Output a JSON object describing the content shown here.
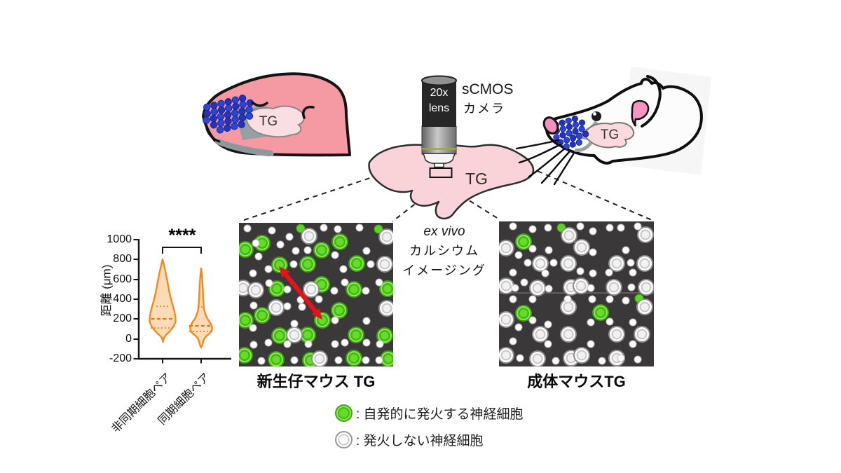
{
  "microscope": {
    "lens_line1": "20x",
    "lens_line2": "lens",
    "camera_line1": "sCMOS",
    "camera_line2": "カメラ"
  },
  "tissue": {
    "label": "TG"
  },
  "mice": {
    "newborn_tg_label": "TG",
    "adult_tg_label": "TG"
  },
  "center_caption": {
    "line1": "ex vivo",
    "line2": "カルシウム",
    "line3": "イメージング"
  },
  "panels": {
    "newborn": {
      "caption": "新生仔マウス TG",
      "cells": [
        [
          15.2,
          14.1,
          "g"
        ],
        [
          3.9,
          18.6,
          "g"
        ],
        [
          53.5,
          18.8,
          "g"
        ],
        [
          65.3,
          13.3,
          "g"
        ],
        [
          26.2,
          29.5,
          "g"
        ],
        [
          44.5,
          28.9,
          "g"
        ],
        [
          76.2,
          28.5,
          "g"
        ],
        [
          24.5,
          45.7,
          "g"
        ],
        [
          53.6,
          42.8,
          "g"
        ],
        [
          74.4,
          46.5,
          "g"
        ],
        [
          96.4,
          45.7,
          "g"
        ],
        [
          15.2,
          64.2,
          "g"
        ],
        [
          3.9,
          67.6,
          "g"
        ],
        [
          65.2,
          61.1,
          "g"
        ],
        [
          53.9,
          67.6,
          "g"
        ],
        [
          26.4,
          78.4,
          "g"
        ],
        [
          44.5,
          78.0,
          "g"
        ],
        [
          76.1,
          78.0,
          "g"
        ],
        [
          94.7,
          78.4,
          "g"
        ],
        [
          3.8,
          92.1,
          "g"
        ],
        [
          24.2,
          95.0,
          "g"
        ],
        [
          46.2,
          95.6,
          "g"
        ],
        [
          74.4,
          94.3,
          "g"
        ],
        [
          96.7,
          94.7,
          "g"
        ],
        [
          40.2,
          4.1,
          "gs"
        ],
        [
          90.3,
          4.5,
          "gs"
        ],
        [
          45.5,
          9.1,
          "w"
        ],
        [
          95.9,
          9.7,
          "w"
        ],
        [
          94.5,
          28.7,
          "w"
        ],
        [
          2.9,
          45.2,
          "w"
        ],
        [
          10.8,
          46.8,
          "w"
        ],
        [
          46.7,
          46.4,
          "w"
        ],
        [
          24.2,
          58.8,
          "w"
        ],
        [
          95.9,
          59.5,
          "w"
        ],
        [
          36.1,
          78.0,
          "w"
        ],
        [
          52.4,
          94.7,
          "w"
        ],
        [
          5.3,
          4.1,
          "d"
        ],
        [
          21.5,
          5.2,
          "d"
        ],
        [
          32.6,
          9.7,
          "d"
        ],
        [
          54.8,
          3.6,
          "d"
        ],
        [
          63.9,
          4.5,
          "d"
        ],
        [
          78.3,
          3.6,
          "d"
        ],
        [
          10.8,
          14.1,
          "d"
        ],
        [
          26.8,
          14.9,
          "d"
        ],
        [
          36.7,
          19.4,
          "d"
        ],
        [
          44.7,
          19.0,
          "d"
        ],
        [
          62.4,
          22.4,
          "d"
        ],
        [
          82.6,
          19.4,
          "d"
        ],
        [
          12.6,
          23.3,
          "d"
        ],
        [
          18.9,
          32.4,
          "d"
        ],
        [
          35.6,
          29.0,
          "d"
        ],
        [
          67.7,
          32.4,
          "d"
        ],
        [
          85.6,
          28.8,
          "d"
        ],
        [
          9.1,
          35.0,
          "d"
        ],
        [
          19.5,
          42.1,
          "d"
        ],
        [
          31.5,
          46.4,
          "d"
        ],
        [
          40.2,
          53.8,
          "d"
        ],
        [
          51.7,
          53.2,
          "d"
        ],
        [
          61.7,
          47.3,
          "d"
        ],
        [
          68.5,
          41.7,
          "d"
        ],
        [
          82.1,
          47.3,
          "d"
        ],
        [
          91.1,
          41.3,
          "d"
        ],
        [
          9.5,
          57.7,
          "d"
        ],
        [
          31.2,
          58.0,
          "d"
        ],
        [
          40.8,
          58.3,
          "d"
        ],
        [
          62.1,
          67.6,
          "d"
        ],
        [
          82.6,
          68.4,
          "d"
        ],
        [
          9.1,
          73.3,
          "d"
        ],
        [
          35.9,
          70.0,
          "d"
        ],
        [
          31.4,
          84.6,
          "d"
        ],
        [
          45.0,
          84.6,
          "d"
        ],
        [
          9.5,
          84.9,
          "d"
        ],
        [
          18.9,
          83.6,
          "d"
        ],
        [
          62.1,
          84.6,
          "d"
        ],
        [
          68.6,
          83.6,
          "d"
        ],
        [
          82.6,
          83.6,
          "d"
        ],
        [
          91.2,
          84.6,
          "d"
        ],
        [
          14.7,
          95.9,
          "d"
        ],
        [
          35.9,
          95.6,
          "d"
        ],
        [
          64.7,
          95.6,
          "d"
        ],
        [
          82.1,
          95.6,
          "d"
        ],
        [
          91.1,
          95.6,
          "d"
        ]
      ]
    },
    "adult": {
      "caption": "成体マウスTG",
      "cells": [
        [
          15.7,
          14.1,
          "g"
        ],
        [
          15.7,
          63.3,
          "g"
        ],
        [
          65.4,
          63.0,
          "g"
        ],
        [
          40.1,
          4.4,
          "gs"
        ],
        [
          90.4,
          53.0,
          "gs"
        ],
        [
          4.4,
          18.4,
          "w"
        ],
        [
          45.3,
          9.5,
          "w"
        ],
        [
          94.7,
          9.2,
          "w"
        ],
        [
          53.3,
          18.1,
          "w"
        ],
        [
          26.5,
          29.1,
          "w"
        ],
        [
          44.6,
          28.8,
          "w"
        ],
        [
          75.9,
          28.8,
          "w"
        ],
        [
          94.3,
          29.1,
          "w"
        ],
        [
          4.4,
          44.4,
          "w"
        ],
        [
          24.7,
          46.0,
          "w"
        ],
        [
          46.5,
          45.6,
          "w"
        ],
        [
          53.0,
          44.4,
          "w"
        ],
        [
          74.4,
          45.2,
          "w"
        ],
        [
          95.2,
          45.6,
          "w"
        ],
        [
          4.7,
          67.4,
          "w"
        ],
        [
          45.0,
          58.8,
          "w"
        ],
        [
          94.0,
          58.8,
          "w"
        ],
        [
          26.5,
          77.9,
          "w"
        ],
        [
          45.0,
          77.9,
          "w"
        ],
        [
          75.9,
          77.9,
          "w"
        ],
        [
          92.5,
          77.9,
          "w"
        ],
        [
          4.4,
          92.4,
          "w"
        ],
        [
          24.7,
          94.8,
          "w"
        ],
        [
          46.5,
          94.0,
          "w"
        ],
        [
          53.3,
          92.4,
          "w"
        ],
        [
          75.9,
          94.3,
          "w"
        ],
        [
          8.9,
          3.6,
          "d"
        ],
        [
          21.7,
          5.2,
          "d"
        ],
        [
          31.5,
          4.4,
          "d"
        ],
        [
          52.6,
          3.6,
          "d"
        ],
        [
          60.8,
          6.8,
          "d"
        ],
        [
          71.4,
          4.4,
          "d"
        ],
        [
          78.9,
          4.4,
          "d"
        ],
        [
          89.5,
          3.6,
          "d"
        ],
        [
          12.7,
          23.0,
          "d"
        ],
        [
          21.7,
          18.9,
          "d"
        ],
        [
          32.3,
          19.7,
          "d"
        ],
        [
          60.8,
          21.3,
          "d"
        ],
        [
          81.9,
          19.7,
          "d"
        ],
        [
          8.9,
          35.1,
          "d"
        ],
        [
          18.7,
          28.6,
          "d"
        ],
        [
          30.0,
          35.9,
          "d"
        ],
        [
          35.2,
          28.6,
          "d"
        ],
        [
          52.6,
          34.2,
          "d"
        ],
        [
          60.8,
          35.9,
          "d"
        ],
        [
          71.1,
          35.1,
          "d"
        ],
        [
          85.0,
          28.6,
          "d"
        ],
        [
          86.4,
          35.1,
          "d"
        ],
        [
          16.4,
          42.0,
          "d"
        ],
        [
          10.4,
          46.0,
          "d"
        ],
        [
          32.3,
          46.4,
          "d"
        ],
        [
          59.3,
          46.0,
          "d"
        ],
        [
          85.7,
          45.2,
          "d"
        ],
        [
          8.9,
          53.6,
          "d"
        ],
        [
          21.7,
          53.6,
          "d"
        ],
        [
          44.4,
          53.6,
          "d"
        ],
        [
          60.0,
          53.6,
          "d"
        ],
        [
          71.4,
          53.6,
          "d"
        ],
        [
          81.9,
          54.4,
          "d"
        ],
        [
          12.7,
          73.0,
          "d"
        ],
        [
          21.7,
          68.1,
          "d"
        ],
        [
          31.5,
          71.0,
          "d"
        ],
        [
          59.3,
          69.4,
          "d"
        ],
        [
          71.4,
          69.0,
          "d"
        ],
        [
          86.6,
          69.4,
          "d"
        ],
        [
          8.9,
          82.8,
          "d"
        ],
        [
          31.5,
          84.4,
          "d"
        ],
        [
          59.3,
          84.4,
          "d"
        ],
        [
          86.6,
          84.4,
          "d"
        ],
        [
          13.5,
          94.4,
          "d"
        ],
        [
          36.6,
          96.0,
          "d"
        ],
        [
          66.3,
          96.0,
          "d"
        ],
        [
          78.6,
          94.4,
          "d"
        ],
        [
          89.8,
          95.2,
          "d"
        ]
      ]
    }
  },
  "legend": {
    "items": [
      {
        "type": "green",
        "label": ": 自発的に発火する神経細胞"
      },
      {
        "type": "white",
        "label": ": 発火しない神経細胞"
      }
    ]
  },
  "violin": {
    "ylabel": "距離 (μm)",
    "significance": "****",
    "yticks": [
      1000,
      800,
      600,
      400,
      200,
      0,
      -200
    ],
    "categories": [
      "非同期細胞ペア",
      "同期細胞ペア"
    ]
  },
  "chart_data": {
    "type": "violin",
    "title": "",
    "xlabel": "",
    "ylabel": "距離 (μm)",
    "ylim": [
      -200,
      1000
    ],
    "yticks": [
      1000,
      800,
      600,
      400,
      200,
      0,
      -200
    ],
    "categories": [
      "非同期細胞ペア",
      "同期細胞ペア"
    ],
    "significance": "****",
    "series": [
      {
        "name": "非同期細胞ペア",
        "min": -30,
        "max": 800,
        "median": 200,
        "q1": 110,
        "q3": 320
      },
      {
        "name": "同期細胞ペア",
        "min": -90,
        "max": 700,
        "median": 130,
        "q1": 75,
        "q3": 320
      }
    ],
    "colors": {
      "stroke": "#F6871D",
      "fill": "#FBDCB6"
    },
    "legend_position": "none",
    "grid": false
  }
}
